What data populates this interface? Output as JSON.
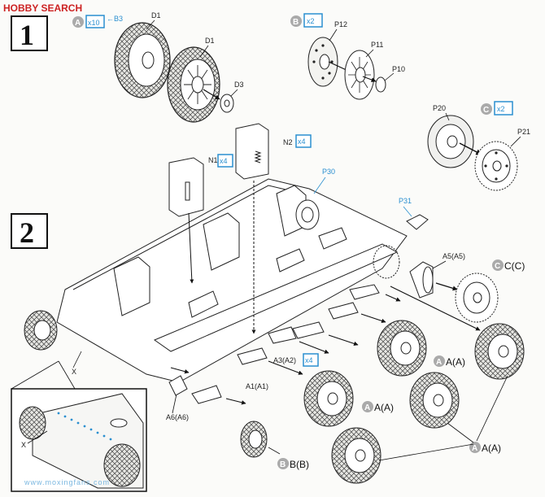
{
  "header": {
    "logo_text": "HOBBY SEARCH",
    "step_1": "1",
    "step_2": "2"
  },
  "step1": {
    "group_a": {
      "letter": "A",
      "qty": "x10",
      "small_tag": "←B3"
    },
    "group_b": {
      "letter": "B",
      "qty": "x2"
    },
    "group_c": {
      "letter": "C",
      "qty": "x2"
    },
    "parts": {
      "d1_top": "D1",
      "d1_lower": "D1",
      "d3": "D3",
      "p12": "P12",
      "p11": "P11",
      "p10": "P10",
      "p20": "P20",
      "p21": "P21"
    }
  },
  "step2": {
    "n1": "N1",
    "n1_qty": "x4",
    "n2": "N2",
    "n2_qty": "x4",
    "p30": "P30",
    "p31": "P31",
    "a5": "A5(A5)",
    "a3": "A3(A2)",
    "a3_qty": "x4",
    "a1": "A1(A1)",
    "a6": "A6(A6)",
    "x_main": "X",
    "x_inset": "X",
    "cc": "C(C)",
    "aa_1": "A(A)",
    "aa_2": "A(A)",
    "aa_3": "A(A)",
    "bb": "B(B)"
  },
  "watermark": {
    "url": "www.moxingfans.com"
  },
  "colors": {
    "blue": "#2a8fd0",
    "ink": "#1a1a1a",
    "circle": "#9a9a9a"
  }
}
